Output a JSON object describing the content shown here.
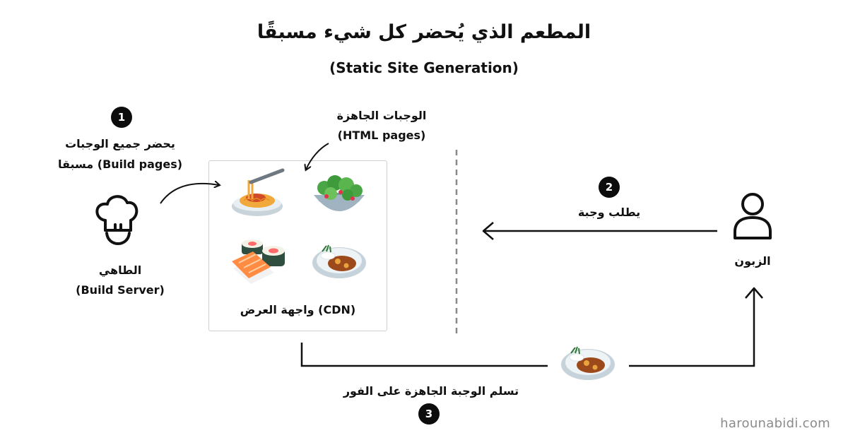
{
  "header": {
    "title": "المطعم الذي يُحضر كل شيء مسبقًا",
    "subtitle": "(Static Site Generation)"
  },
  "steps": [
    {
      "number": "1",
      "text": "يحضر جميع الوجبات",
      "subtext": "مسبقا (Build pages)"
    },
    {
      "number": "2",
      "text": "يطلب وجبة"
    },
    {
      "number": "3",
      "text": "تسلم الوجبة الجاهزة على الفور"
    }
  ],
  "chef": {
    "name": "الطاهي",
    "role": "(Build Server)",
    "icon": "chef-hat-icon"
  },
  "meals_label": {
    "text": "الوجبات الجاهزة",
    "subtext": "(HTML pages)"
  },
  "cdn": {
    "label": "واجهة العرض (CDN)",
    "dishes": [
      "spaghetti-icon",
      "salad-icon",
      "sushi-icon",
      "curry-icon"
    ]
  },
  "customer": {
    "name": "الزبون",
    "icon": "user-icon"
  },
  "delivered_dish": {
    "icon": "curry-icon"
  },
  "credit": "harounabidi.com",
  "colors": {
    "text": "#111111",
    "badge": "#0c0c0c",
    "divider": "#888888",
    "box_border": "#cfcfcf",
    "credit": "#8b8b8b"
  }
}
